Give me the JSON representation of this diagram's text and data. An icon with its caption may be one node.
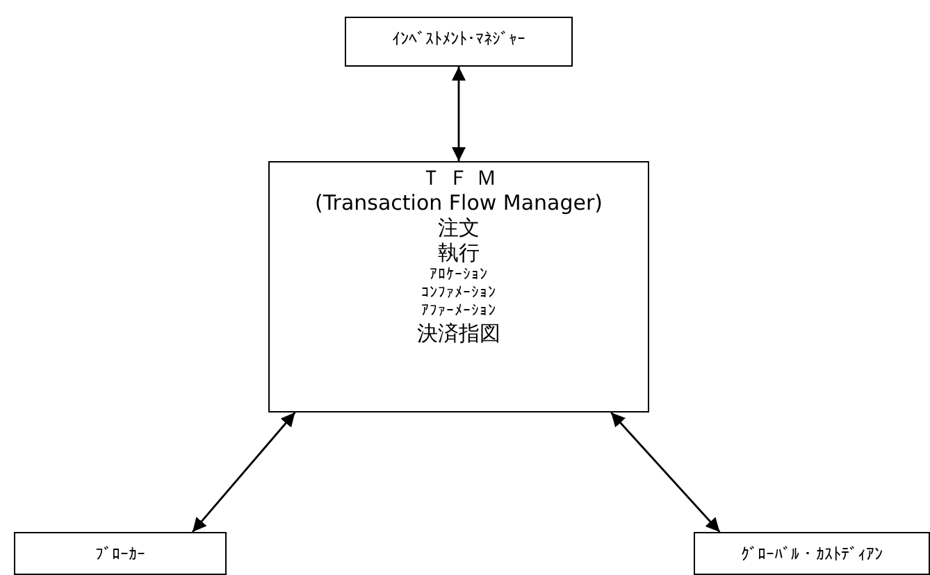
{
  "diagram": {
    "nodes": [
      {
        "text": [
          "ｲﾝﾍﾞｽﾄﾒﾝﾄ･ﾏﾈｼﾞｬｰ"
        ]
      },
      {
        "text": [
          "Ｔ Ｆ Ｍ",
          "(Transaction Flow Manager)",
          "注文",
          "執行",
          "ｱﾛｹｰｼｮﾝ",
          "ｺﾝﾌｧﾒｰｼｮﾝ",
          "ｱﾌｧｰﾒｰｼｮﾝ",
          "決済指図"
        ]
      },
      {
        "text": [
          "ﾌﾞﾛｰｶｰ"
        ]
      },
      {
        "text": [
          "ｸﾞﾛｰﾊﾞﾙ・ｶｽﾄﾃﾞｨｱﾝ"
        ]
      }
    ],
    "edges": [
      {
        "from": 0,
        "to": 1,
        "arrow": "both"
      },
      {
        "from": 2,
        "to": 1,
        "arrow": "both"
      },
      {
        "from": 3,
        "to": 1,
        "arrow": "both"
      }
    ]
  }
}
